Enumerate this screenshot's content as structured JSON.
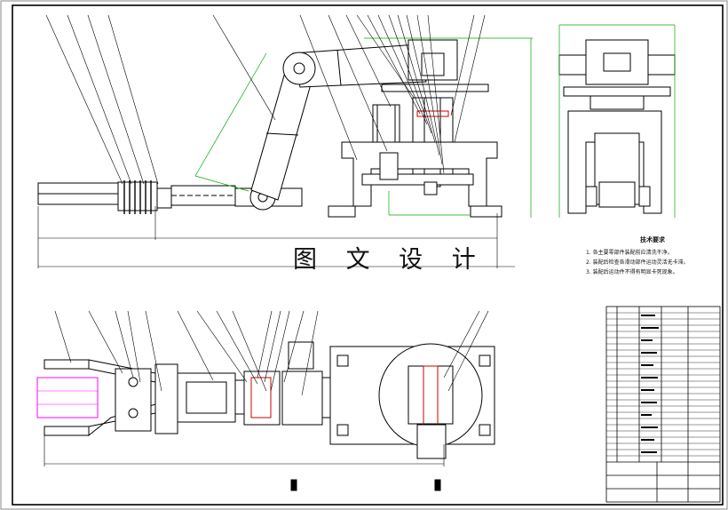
{
  "studio_mark": "图 文 设 计",
  "technical_requirements": {
    "title": "技术要求",
    "items": [
      "1. 各主要零部件装配前应清洗干净。",
      "2. 装配后检查各滑动部件运动灵活无卡滞。",
      "3. 装配后运动件不得有明显卡死现象。"
    ]
  },
  "colors": {
    "line": "#000000",
    "dimension": "#00aa00",
    "workpiece": "#ff00ff",
    "section": "#cc0000",
    "highlight": "#0000ff"
  }
}
